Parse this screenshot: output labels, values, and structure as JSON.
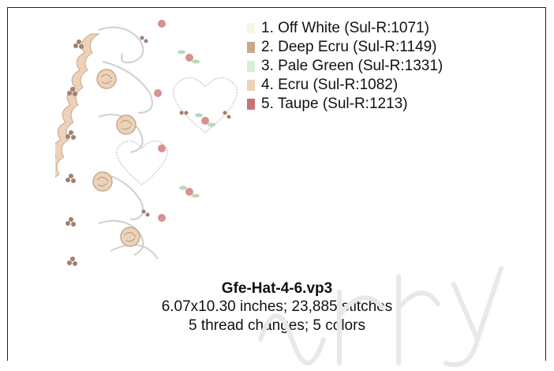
{
  "thread_colors": [
    {
      "label": "1.  Off White (Sul-R:1071)",
      "color": "#f8f4e8"
    },
    {
      "label": "2.  Deep Ecru (Sul-R:1149)",
      "color": "#c8a88c"
    },
    {
      "label": "3.  Pale Green (Sul-R:1331)",
      "color": "#d8ecdc"
    },
    {
      "label": "4.  Ecru (Sul-R:1082)",
      "color": "#ecd2b8"
    },
    {
      "label": "5.  Taupe (Sul-R:1213)",
      "color": "#c87474"
    }
  ],
  "design_info": {
    "filename": "Gfe-Hat-4-6.vp3",
    "dimensions": "6.07x10.30 inches; 23,885 stitches",
    "summary": "5 thread changes; 5 colors"
  },
  "watermark": {
    "color": "#e8e8e8"
  }
}
